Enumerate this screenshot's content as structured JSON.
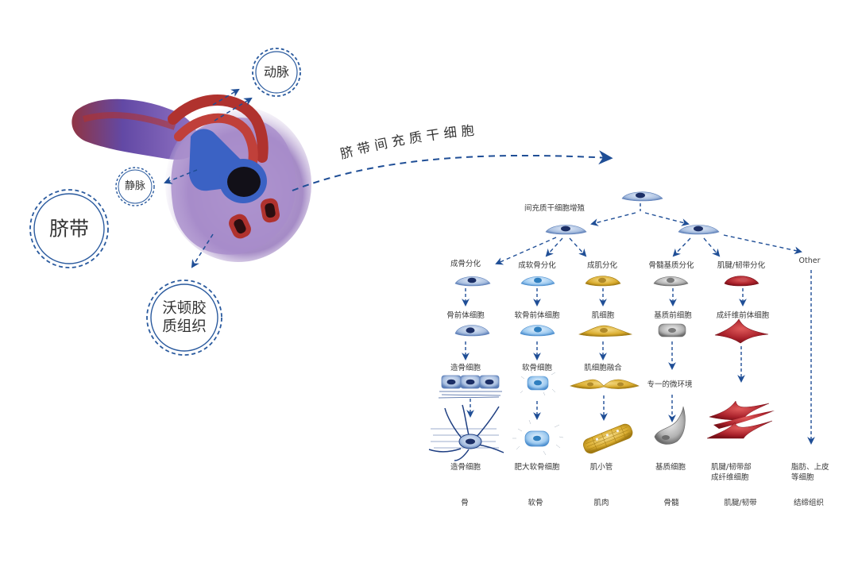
{
  "colors": {
    "arrow": "#1f4e96",
    "circle": "#2a5a9e",
    "bone_cell": "#a9bfe0",
    "cartilage_cell": "#8ec0ea",
    "muscle_cell": "#d9ac2f",
    "marrow_cell": "#9a9a9a",
    "tendon_cell": "#a8202a",
    "vein_blue": "#3b62c4",
    "artery_red": "#b0322e",
    "tissue_purple": "#a58bc6"
  },
  "left": {
    "umbilical_cord_label": "脐带",
    "artery_label": "动脉",
    "vein_label": "静脉",
    "wharton_label_line1": "沃顿胶",
    "wharton_label_line2": "质组织"
  },
  "curve_label": "脐带间充质干细胞",
  "tree": {
    "proliferation_label": "间充质干细胞增殖",
    "other_label": "Other",
    "columns": [
      {
        "id": "bone",
        "differentiation": "成骨分化",
        "precursor": "骨前体细胞",
        "stage3": "造骨细胞",
        "final_cell": "造骨细胞",
        "tissue": "骨"
      },
      {
        "id": "cartilage",
        "differentiation": "成软骨分化",
        "precursor": "软骨前体细胞",
        "stage3": "软骨细胞",
        "final_cell": "肥大软骨细胞",
        "tissue": "软骨"
      },
      {
        "id": "muscle",
        "differentiation": "成肌分化",
        "precursor": "肌细胞",
        "stage3": "肌细胞融合",
        "final_cell": "肌小管",
        "tissue": "肌肉"
      },
      {
        "id": "marrow",
        "differentiation": "骨髓基质分化",
        "precursor": "基质前细胞",
        "stage3": "专一的微环境",
        "final_cell": "基质细胞",
        "tissue": "骨髓"
      },
      {
        "id": "tendon",
        "differentiation": "肌腱/韧带分化",
        "precursor": "成纤维前体细胞",
        "stage3": "",
        "final_cell_line1": "肌腱/韧带部",
        "final_cell_line2": "成纤维细胞",
        "tissue": "肌腱/韧带"
      },
      {
        "id": "other",
        "final_cell_line1": "脂肪、上皮",
        "final_cell_line2": "等细胞",
        "tissue": "结缔组织"
      }
    ]
  }
}
